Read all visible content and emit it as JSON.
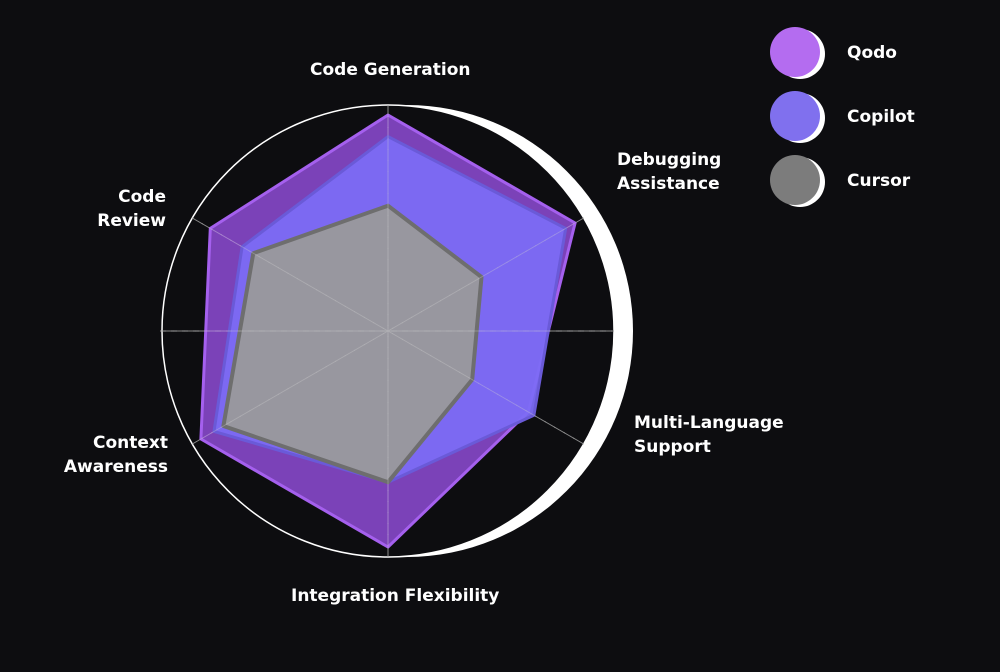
{
  "chart_data": {
    "type": "radar",
    "title": "",
    "axes": [
      "Code Generation",
      "Debugging Assistance",
      "Multi-Language Support",
      "Integration Flexibility",
      "Context Awareness",
      "Code Review"
    ],
    "axis_label_lines": [
      [
        "Code Generation"
      ],
      [
        "Debugging",
        "Assistance"
      ],
      [
        "Multi-Language",
        "Support"
      ],
      [
        "Integration Flexibility"
      ],
      [
        "Context",
        "Awareness"
      ],
      [
        "Code",
        "Review"
      ]
    ],
    "rlim": [
      0,
      10
    ],
    "series": [
      {
        "name": "Qodo",
        "color": "#b46cf0",
        "values": [
          10,
          10,
          7.5,
          10,
          10,
          9.5
        ]
      },
      {
        "name": "Copilot",
        "color": "#8070ee",
        "values": [
          9,
          9.5,
          7.8,
          7.0,
          9.3,
          7.8
        ]
      },
      {
        "name": "Cursor",
        "color": "#8a8a8a",
        "values": [
          5.8,
          5.0,
          4.5,
          7.0,
          8.8,
          7.2
        ]
      }
    ],
    "grid": true,
    "legend": "top-right"
  }
}
